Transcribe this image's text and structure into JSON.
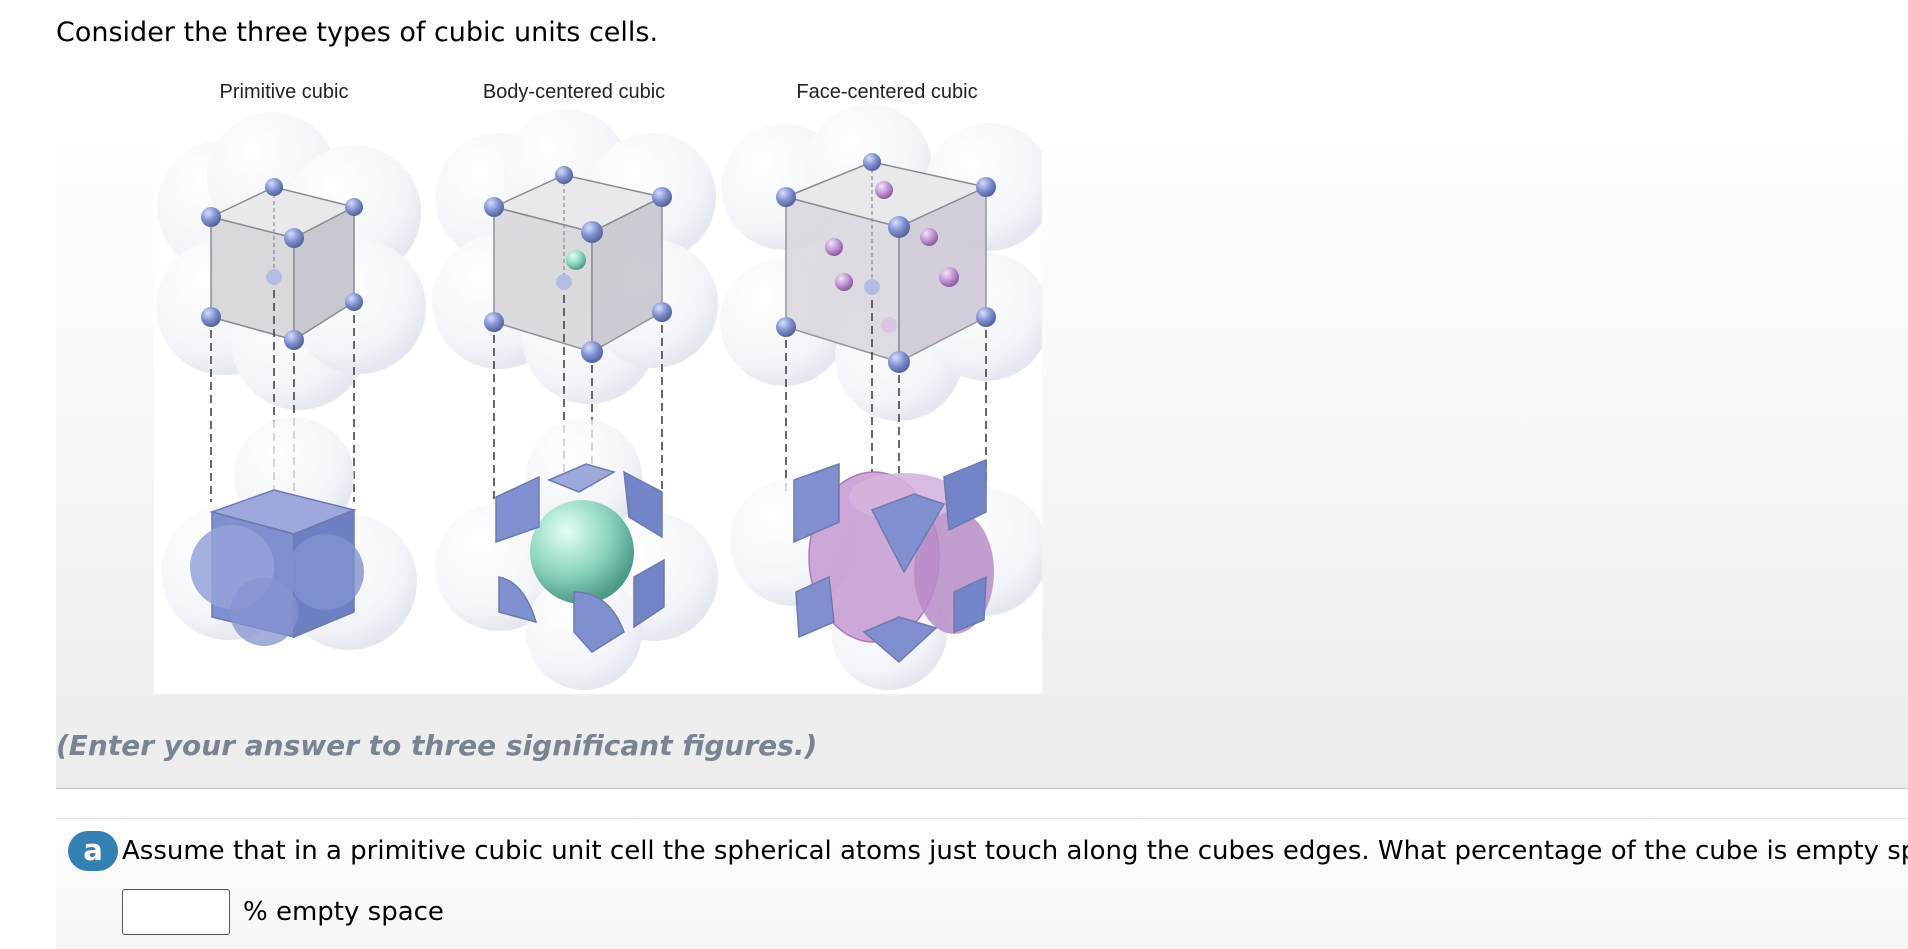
{
  "intro": {
    "text": "Consider the three types of cubic units cells."
  },
  "figure": {
    "labels": {
      "primitive": "Primitive cubic",
      "body_centered": "Body-centered cubic",
      "face_centered": "Face-centered cubic"
    },
    "colors": {
      "corner_atom": "#7f8fcf",
      "body_atom": "#7cc8b3",
      "face_atom": "#b58dc8",
      "shadow_sphere": "#e6e8f0"
    }
  },
  "hint": {
    "text": "(Enter your answer to three significant figures.)"
  },
  "question": {
    "part_label": "a",
    "text": "Assume that in a primitive cubic unit cell the spherical atoms just touch along the cubes edges. What percentage of the cube is empty space?",
    "answer_value": "",
    "answer_placeholder": "",
    "answer_suffix": "% empty space",
    "accent_color": "#3380b3"
  }
}
